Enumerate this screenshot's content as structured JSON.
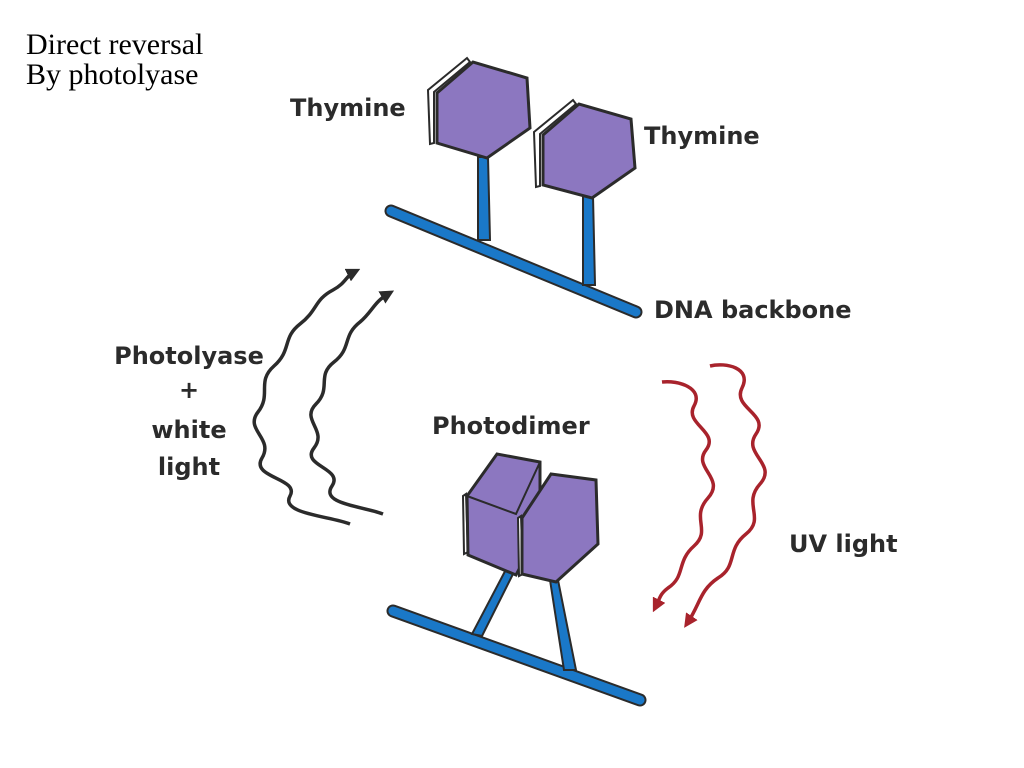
{
  "title": {
    "line1": "Direct reversal",
    "line2": "By photolyase"
  },
  "labels": {
    "thymine_left": "Thymine",
    "thymine_right": "Thymine",
    "dna_backbone": "DNA backbone",
    "photolyase_line1": "Photolyase",
    "photolyase_line2": "+",
    "photolyase_line3": "white",
    "photolyase_line4": "light",
    "photodimer": "Photodimer",
    "uv_light": "UV light"
  },
  "colors": {
    "base_fill": "#8c77c0",
    "backbone": "#1a78c8",
    "uv_arrow": "#a8232c",
    "white_light_arrow": "#2b2b2b",
    "outline": "#2b2b2b"
  }
}
